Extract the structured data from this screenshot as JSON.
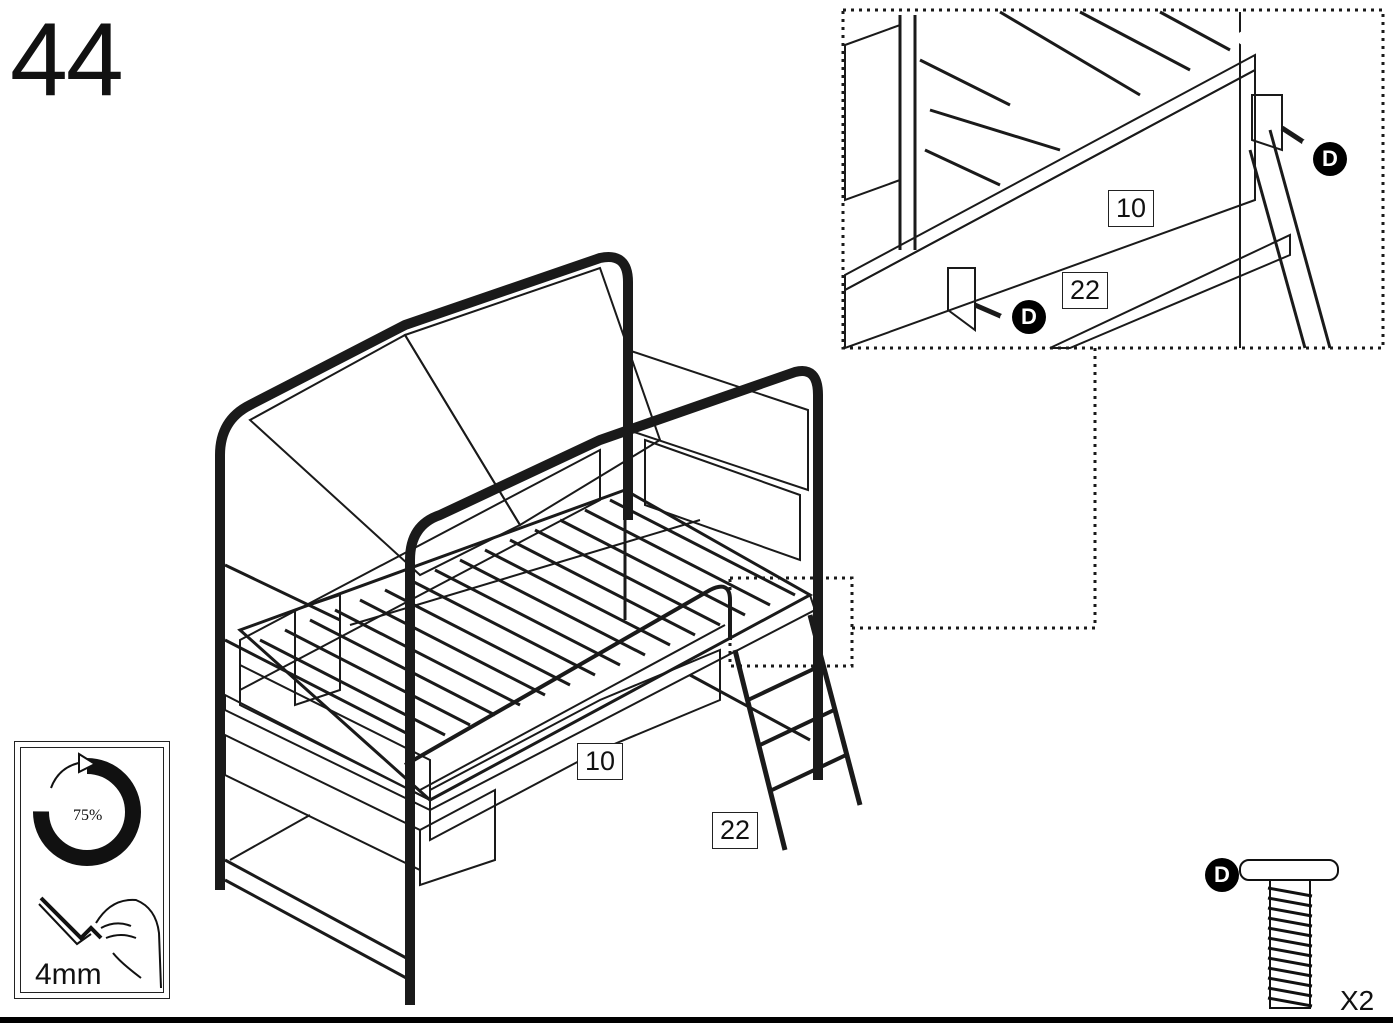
{
  "step": {
    "number": "44"
  },
  "callout": {
    "part_upper": "10",
    "part_lower": "22",
    "fastener_badge": "D"
  },
  "main": {
    "part_rail": "10",
    "part_ladder": "22"
  },
  "tool": {
    "tightness": "75%",
    "size": "4mm"
  },
  "hardware": {
    "badge": "D",
    "quantity": "X2"
  }
}
